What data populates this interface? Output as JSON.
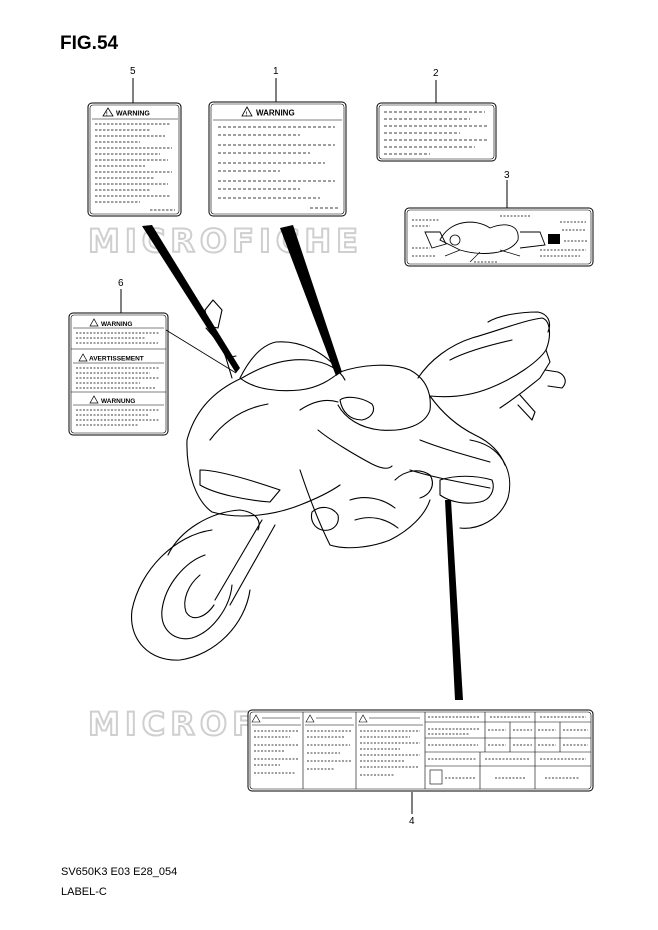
{
  "figure": {
    "title": "FIG.54",
    "code": "SV650K3 E03 E28_054",
    "subtitle": "LABEL-C"
  },
  "callouts": [
    "1",
    "2",
    "3",
    "4",
    "5",
    "6"
  ],
  "labels": {
    "warning": "WARNING",
    "avertissement": "AVERTISSEMENT",
    "warnung": "WARNUNG"
  },
  "watermark": "MICROFICHE"
}
